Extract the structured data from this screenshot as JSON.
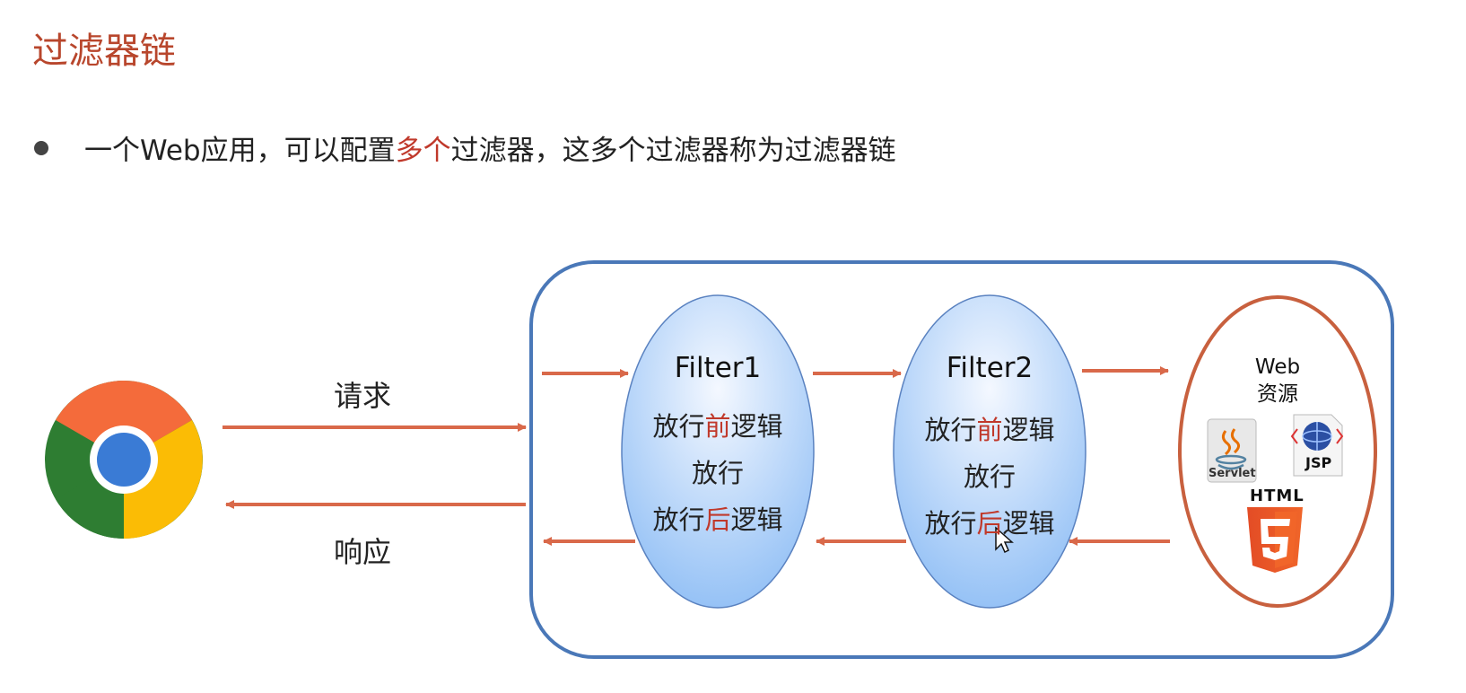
{
  "title": "过滤器链",
  "bullet": {
    "pre": "一个Web应用，可以配置",
    "highlight": "多个",
    "post": "过滤器，这多个过滤器称为过滤器链"
  },
  "diagram": {
    "request_label": "请求",
    "response_label": "响应",
    "filters": [
      {
        "name": "Filter1",
        "pre_a": "放行",
        "pre_b": "前",
        "pre_c": "逻辑",
        "pass": "放行",
        "post_a": "放行",
        "post_b": "后",
        "post_c": "逻辑"
      },
      {
        "name": "Filter2",
        "pre_a": "放行",
        "pre_b": "前",
        "pre_c": "逻辑",
        "pass": "放行",
        "post_a": "放行",
        "post_b": "后",
        "post_c": "逻辑"
      }
    ],
    "web_resource": {
      "line1": "Web",
      "line2": "资源",
      "servlet": "Servlet",
      "jsp": "JSP",
      "html": "HTML"
    }
  },
  "colors": {
    "title": "#b8462c",
    "arrow": "#d9694a",
    "container_border": "#4a78b8",
    "resource_border": "#c8603e",
    "highlight": "#c0392b"
  }
}
